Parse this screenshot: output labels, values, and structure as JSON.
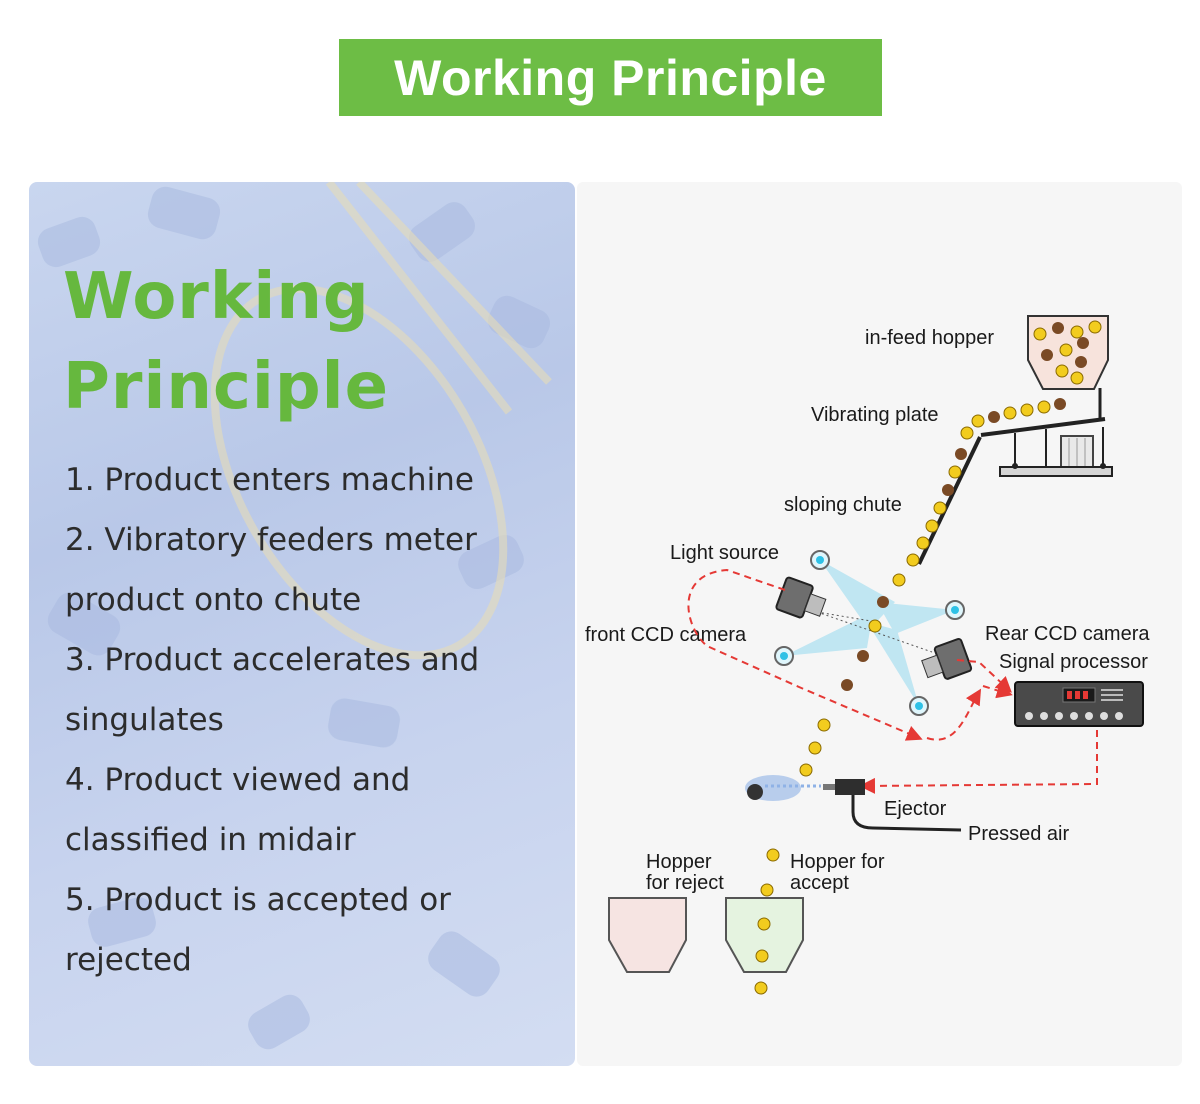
{
  "banner": {
    "title": "Working Principle"
  },
  "left": {
    "title_line1": "Working",
    "title_line2": "Principle",
    "steps": [
      "1. Product enters machine",
      "2. Vibratory feeders meter",
      "product onto chute",
      "3. Product accelerates and",
      "singulates",
      "4. Product viewed and",
      "classified in midair",
      "5. Product is accepted or",
      "rejected"
    ]
  },
  "diagram": {
    "labels": {
      "hopper": "in-feed hopper",
      "vibrating_plate": "Vibrating plate",
      "sloping_chute": "sloping chute",
      "light_source": "Light source",
      "front_camera": "front CCD camera",
      "rear_camera": "Rear CCD camera",
      "signal_processor": "Signal processor",
      "ejector": "Ejector",
      "pressed_air": "Pressed air",
      "reject_line1": "Hopper",
      "reject_line2": "for reject",
      "accept_line1": "Hopper for",
      "accept_line2": "accept"
    },
    "colors": {
      "good_product": "#f2cc1e",
      "bad_product": "#7a4a25",
      "signal_line": "#e53935",
      "light_beam": "#7fd3ee",
      "accent_green": "#6dbd45"
    }
  }
}
